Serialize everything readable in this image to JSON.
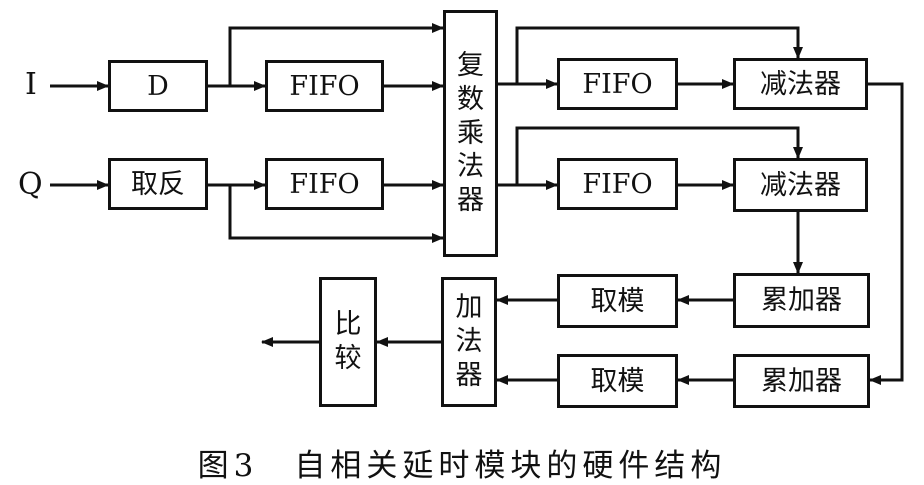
{
  "inputs": {
    "i": "I",
    "q": "Q"
  },
  "blocks": {
    "delay": "D",
    "invert": "取反",
    "fifo_i": "FIFO",
    "fifo_q": "FIFO",
    "complex_multiplier": [
      "复",
      "数",
      "乘",
      "法",
      "器"
    ],
    "fifo_out_top": "FIFO",
    "fifo_out_bottom": "FIFO",
    "subtractor_top": "减法器",
    "subtractor_bottom": "减法器",
    "accumulator_top": "累加器",
    "accumulator_bottom": "累加器",
    "modulus_top": "取模",
    "modulus_bottom": "取模",
    "adder": [
      "加",
      "法",
      "器"
    ],
    "comparator": [
      "比",
      "较"
    ]
  },
  "caption": "图3　自相关延时模块的硬件结构",
  "colors": {
    "line": "#111111",
    "background": "#ffffff"
  }
}
